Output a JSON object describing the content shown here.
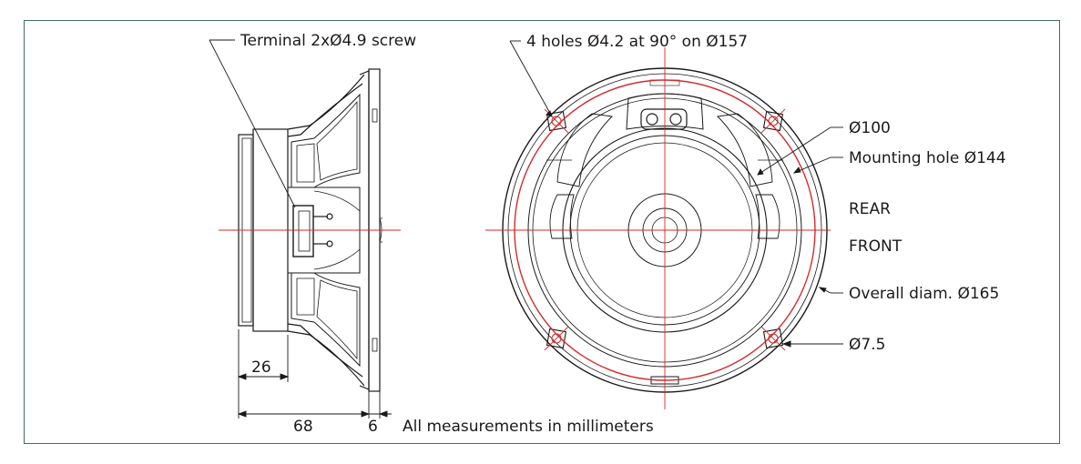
{
  "colors": {
    "frame": "#3f6e5e",
    "line": "#1a1a1a",
    "centerline": "#d42a2a",
    "mounting_circle": "#d42a2a"
  },
  "side_view": {
    "terminal_label": "Terminal 2xØ4.9 screw",
    "dim_depth_magnet": "26",
    "dim_total_depth": "68",
    "dim_flange": "6",
    "note": "All measurements in millimeters"
  },
  "front_view": {
    "holes_label": "4 holes Ø4.2 at 90° on Ø157",
    "d100_label": "Ø100",
    "mounting_hole_label": "Mounting hole Ø144",
    "rear_label": "REAR",
    "front_label": "FRONT",
    "overall_label": "Overall diam. Ø165",
    "d75_label": "Ø7.5"
  }
}
